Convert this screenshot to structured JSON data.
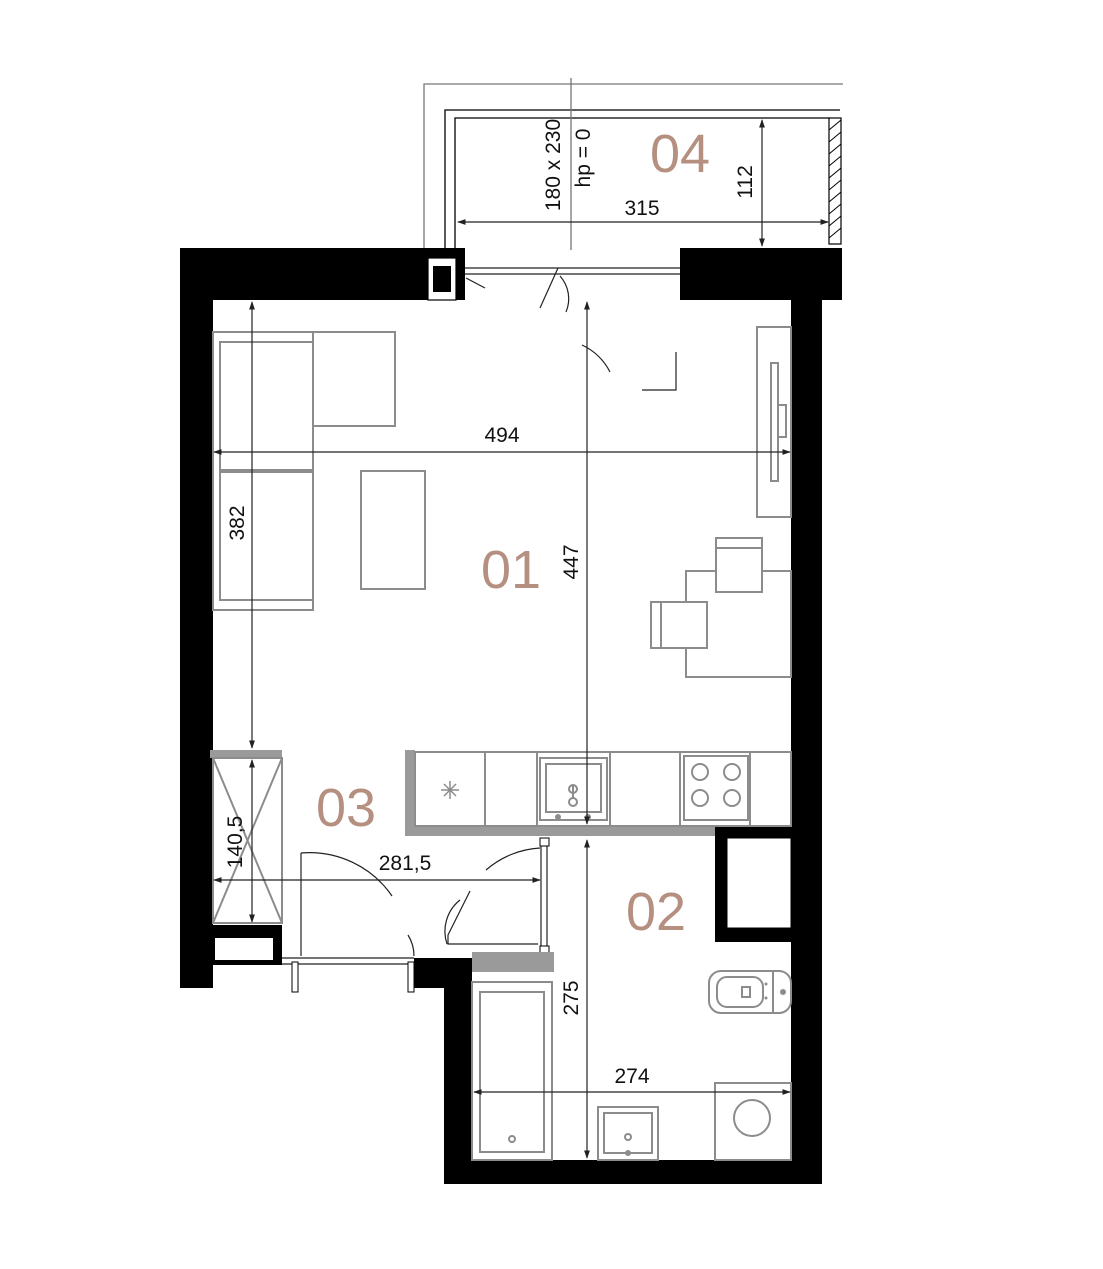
{
  "colors": {
    "wall": "#000000",
    "room_label": "#b59081",
    "furniture_stroke": "#8c8c8c",
    "dimension_line": "#222222"
  },
  "rooms": [
    {
      "id": "01",
      "label": "01"
    },
    {
      "id": "02",
      "label": "02"
    },
    {
      "id": "03",
      "label": "03"
    },
    {
      "id": "04",
      "label": "04"
    }
  ],
  "balcony_note": {
    "size": "180 x 230",
    "height": "hp = 0"
  },
  "dimensions": {
    "balcony_width": "315",
    "balcony_depth": "112",
    "living_width": "494",
    "living_height": "447",
    "sofa_length": "382",
    "hall_width": "281,5",
    "wardrobe_length": "140,5",
    "bath_height": "275",
    "bath_width": "274"
  },
  "icons": {
    "fridge": "snowflake-icon",
    "stove": "stove-icon",
    "sink": "sink-icon",
    "washer": "washing-machine-icon",
    "toilet": "toilet-icon",
    "bathtub": "bathtub-icon"
  }
}
